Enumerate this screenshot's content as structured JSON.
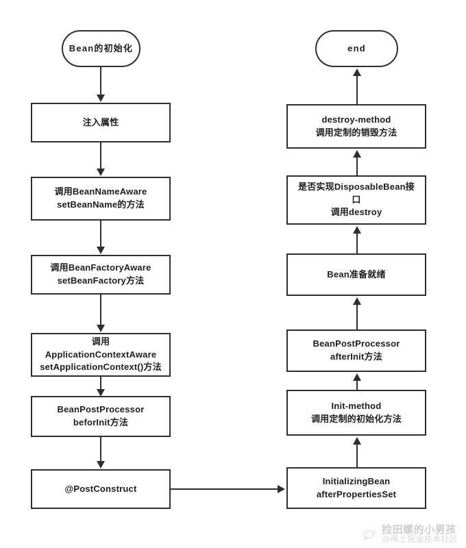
{
  "diagram": {
    "title": "Spring Bean Lifecycle Flowchart",
    "background_color": "#ffffff",
    "stroke_color": "#2e2e2e",
    "text_color": "#1d1d1d"
  },
  "left_column": {
    "start": {
      "label": "Bean的初始化",
      "shape": "terminal"
    },
    "nodes": [
      {
        "label": "注入属性",
        "shape": "process"
      },
      {
        "label": "调用BeanNameAware\nsetBeanName的方法",
        "shape": "process"
      },
      {
        "label": "调用BeanFactoryAware\nsetBeanFactory方法",
        "shape": "process"
      },
      {
        "label": "调用\nApplicationContextAware\nsetApplicationContext()方法",
        "shape": "process"
      },
      {
        "label": "BeanPostProcessor\nbeforInit方法",
        "shape": "process"
      },
      {
        "label": "@PostConstruct",
        "shape": "process"
      }
    ]
  },
  "right_column": {
    "end": {
      "label": "end",
      "shape": "terminal"
    },
    "nodes": [
      {
        "label": "destroy-method\n调用定制的销毁方法",
        "shape": "process"
      },
      {
        "label": "是否实现DisposableBean接\n口\n调用destroy",
        "shape": "process"
      },
      {
        "label": "Bean准备就绪",
        "shape": "process"
      },
      {
        "label": "BeanPostProcessor\nafterInit方法",
        "shape": "process"
      },
      {
        "label": "Init-method\n调用定制的初始化方法",
        "shape": "process"
      },
      {
        "label": "InitializingBean\nafterPropertiesSet",
        "shape": "process"
      }
    ]
  },
  "watermark": {
    "name": "捡田螺的小男孩",
    "subtitle": "@稀土掘金技术社区",
    "icon": "wechat-account-logo-icon"
  }
}
